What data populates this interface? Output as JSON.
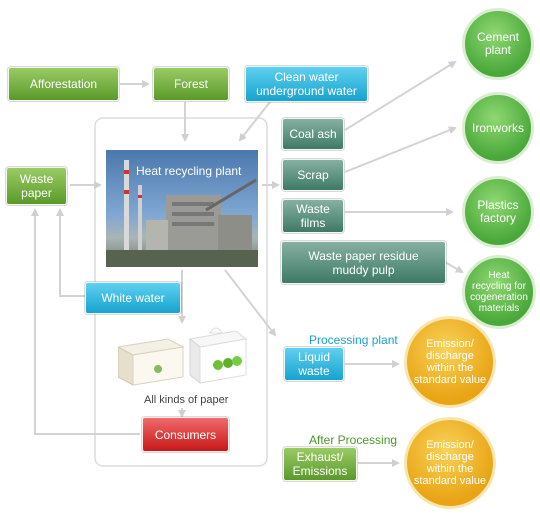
{
  "boxes": {
    "afforestation": "Afforestation",
    "forest": "Forest",
    "clean_water": "Clean water\nunderground water",
    "waste_paper": "Waste\npaper",
    "heat_plant": "Heat recycling plant",
    "coal_ash": "Coal ash",
    "scrap": "Scrap",
    "waste_films": "Waste\nfilms",
    "waste_residue": "Waste paper residue\nmuddy pulp",
    "white_water": "White water",
    "all_paper": "All kinds of paper",
    "liquid_waste": "Liquid\nwaste",
    "exhaust": "Exhaust/\nEmissions",
    "consumers": "Consumers"
  },
  "labels": {
    "processing_plant": "Processing plant",
    "after_processing": "After Processing"
  },
  "circles": {
    "cement": "Cement\nplant",
    "ironworks": "Ironworks",
    "plastics": "Plastics\nfactory",
    "heat_recycling": "Heat\nrecycling for\ncogeneration\nmaterials",
    "emission1": "Emission/\ndischarge\nwithin the\nstandard value",
    "emission2": "Emission/\ndischarge\nwithin the\nstandard value"
  },
  "colors": {
    "green": "#5a9a2a",
    "blue": "#17a3cf",
    "teal": "#3e7a66",
    "red": "#c81818",
    "circle_green": "#4aa83a",
    "circle_yellow": "#e9a414",
    "arrow": "#d3d3d3",
    "label_blue": "#1b9fd0",
    "label_green": "#4a9a2a"
  }
}
